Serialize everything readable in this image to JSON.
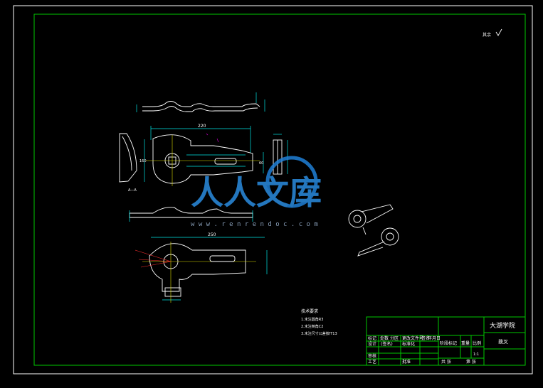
{
  "drawing": {
    "roughness_note": "其余",
    "section_label_a": "A—A",
    "section_label_b": "A",
    "dim_top_width": "220",
    "dim_mid_height": "160",
    "dim_bottom_width": "250",
    "dim_side": "60",
    "tech_requirements": {
      "title": "技术要求",
      "lines": [
        "1.未注圆角R3",
        "2.未注倒角C2",
        "3.未注尺寸公差按IT13"
      ]
    }
  },
  "watermark": {
    "brand": "人人文库",
    "url": "w w w . r e n r e n d o c . c o m"
  },
  "title_block": {
    "school": "大湖学院",
    "part_name": "拨叉",
    "scale": "1:1",
    "rows_left": [
      "标记",
      "处数",
      "分区",
      "更改文件号",
      "签名",
      "年月日"
    ],
    "row_design": [
      "设计",
      "(签名)",
      "标准化"
    ],
    "row_check": "审核",
    "row_process": [
      "工艺",
      "批准"
    ],
    "stage_labels": [
      "阶段标记",
      "重量",
      "比例"
    ],
    "sheet_info": [
      "共 张",
      "第 张"
    ]
  }
}
